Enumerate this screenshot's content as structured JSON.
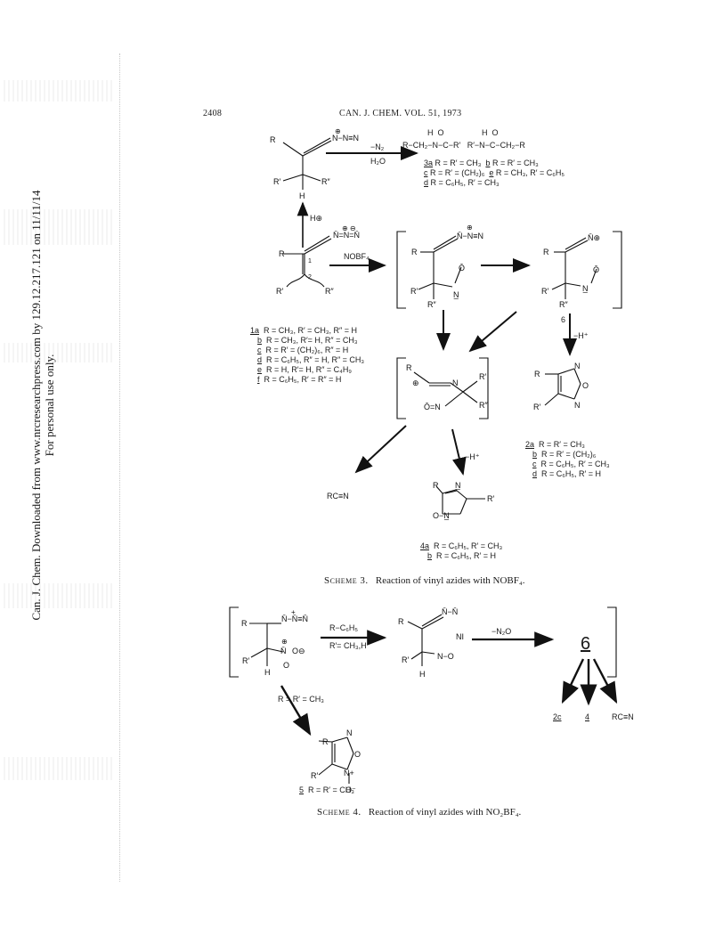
{
  "page": {
    "number": "2408",
    "running_head": "CAN. J. CHEM. VOL. 51, 1973",
    "side_note_line1": "Can. J. Chem. Downloaded from www.nrcresearchpress.com by 129.12.217.121 on 11/11/14",
    "side_note_line2": "For personal use only."
  },
  "scheme3": {
    "caption_label": "Scheme 3.",
    "caption_text": "Reaction of vinyl azides with NOBF₄.",
    "minus_n2": "−N₂",
    "h2o": "H₂O",
    "h_plus": "H⊕",
    "nobf4": "NOBF₄",
    "minus_h_plus_1": "−H⁺",
    "minus_h_plus_2": "−H⁺",
    "label_6": "6",
    "list1": [
      {
        "id": "1a",
        "text": "R = CH₃, R′ = CH₃, R″ = H"
      },
      {
        "id": "b",
        "text": "R = CH₃, R′= H, R″ = CH₃"
      },
      {
        "id": "c",
        "text": "R = R′ = (CH₂)₆, R″ = H"
      },
      {
        "id": "d",
        "text": "R = C₆H₅, R″ = H, R″ = CH₃"
      },
      {
        "id": "e",
        "text": "R = H, R′= H, R″ = C₄H₉"
      },
      {
        "id": "f",
        "text": "R = C₆H₅, R′ = R″ = H"
      }
    ],
    "list3": {
      "r1a": "3a",
      "r1t": "R = R′ = CH₃",
      "r1b": "b",
      "r1bt": "R = R′ = CH₃",
      "r2a": "c",
      "r2t": "R = R′ = (CH₂)₆",
      "r2b": "e",
      "r2bt": "R = CH₃, R′ = C₆H₅",
      "r3a": "d",
      "r3t": "R = C₆H₅, R′ = CH₃"
    },
    "list2": [
      {
        "id": "2a",
        "text": "R = R′ = CH₃"
      },
      {
        "id": "b",
        "text": "R = R′ = (CH₂)₆"
      },
      {
        "id": "c",
        "text": "R = C₆H₅, R′ = CH₃"
      },
      {
        "id": "d",
        "text": "R = C₆H₅, R′ = H"
      }
    ],
    "list4": [
      {
        "id": "4a",
        "text": "R = C₆H₅, R′ = CH₃"
      },
      {
        "id": "b",
        "text": "R = C₆H₅, R′ = H"
      }
    ],
    "nitrile": "RC≡N"
  },
  "scheme4": {
    "caption_label": "Scheme 4.",
    "caption_text": "Reaction of vinyl azides with NO₂BF₄.",
    "cond1": "R−C₆H₅",
    "cond2": "R′= CH₃,H",
    "minus_n2o": "−N₂O",
    "label_6": "6",
    "cond_down": "R = R′ = CH₃",
    "p1": "2c",
    "p2": "4",
    "p3": "RC≡N",
    "label_5": "5",
    "label_5_text": "R = R′ = CH₃"
  }
}
